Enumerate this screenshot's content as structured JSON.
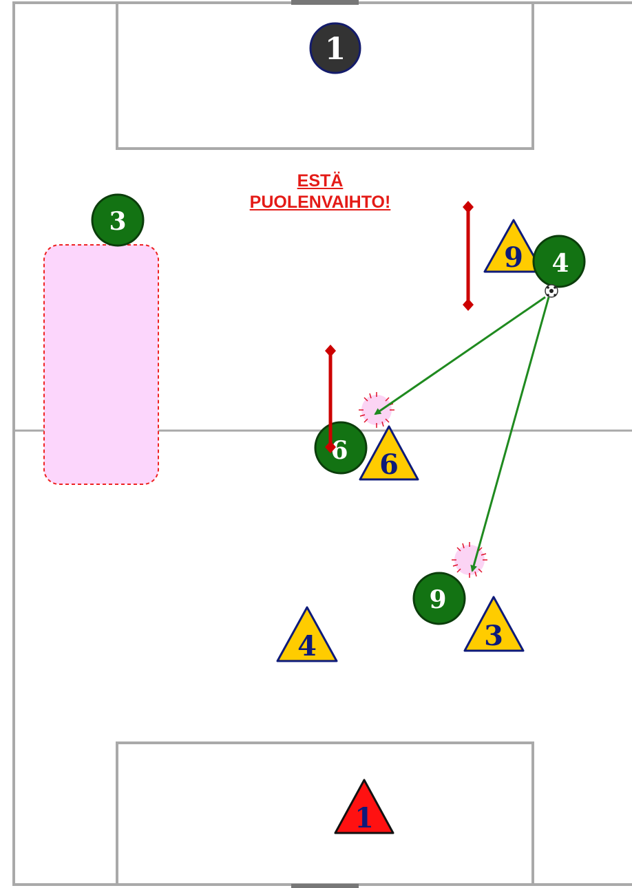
{
  "instruction": {
    "line1": "ESTÄ",
    "line2": "PUOLENVAIHTO!"
  },
  "colors": {
    "pitch_line": "#a9a9a9",
    "green_player": "#137313",
    "green_outline": "#0b3d0b",
    "yellow_player": "#ffcc00",
    "triangle_outline": "#0d1a7a",
    "triangle_number": "#0d1a7a",
    "keeper_dark": "#333333",
    "keeper_red": "#ff1111",
    "arrow_pass": "#1f8a1f",
    "marker_red": "#cc0000",
    "zone_fill": "#fcd6fc",
    "zone_border": "#ee2222"
  },
  "players": {
    "goalkeeper_top": {
      "number": "1",
      "icon": "dark-circle"
    },
    "green": [
      {
        "id": "green-3",
        "number": "3"
      },
      {
        "id": "green-4",
        "number": "4"
      },
      {
        "id": "green-6",
        "number": "6"
      },
      {
        "id": "green-9",
        "number": "9"
      }
    ],
    "yellow": [
      {
        "id": "yellow-9",
        "number": "9"
      },
      {
        "id": "yellow-6",
        "number": "6"
      },
      {
        "id": "yellow-4",
        "number": "4"
      },
      {
        "id": "yellow-3",
        "number": "3"
      }
    ],
    "goalkeeper_bottom": {
      "number": "1",
      "icon": "red-triangle"
    }
  },
  "icons": [
    "soccer-ball-icon",
    "pass-arrow",
    "block-marker",
    "target-burst",
    "zone-highlight"
  ]
}
